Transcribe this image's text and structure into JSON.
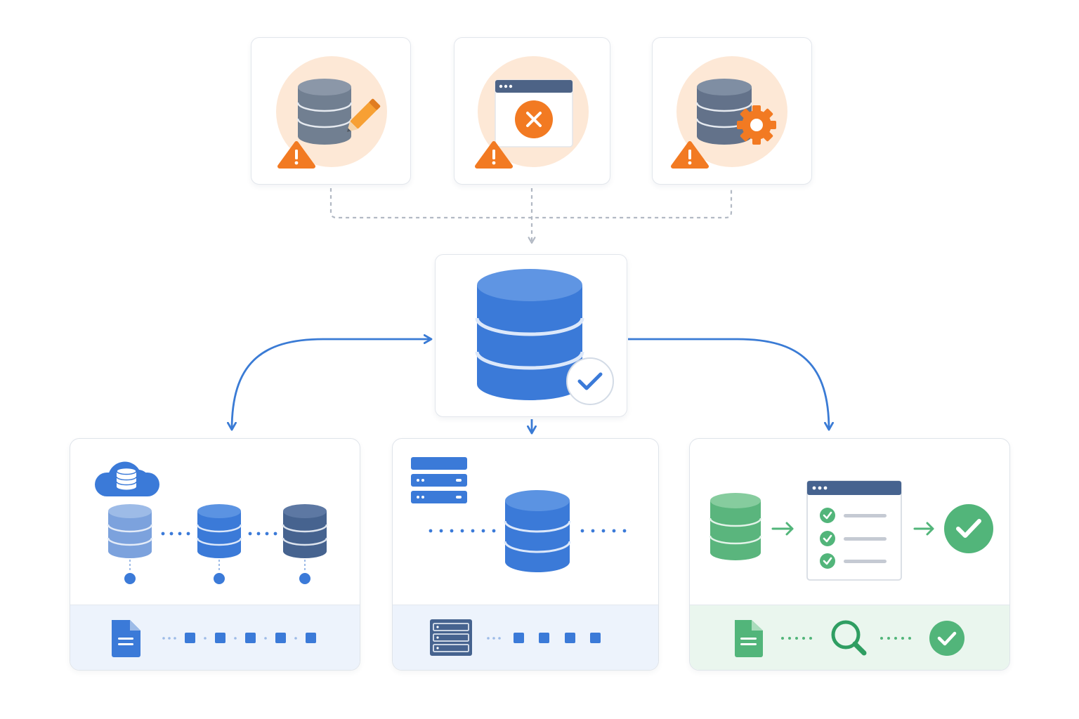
{
  "colors": {
    "warning": "#f27a22",
    "warning_halo": "#fde8d6",
    "db_gray": "#717f91",
    "db_blue": "#3b7ad8",
    "db_blue_light": "#7ca2dd",
    "db_navy": "#46638f",
    "success": "#52b57a",
    "connector_gray": "#b2b9c4",
    "connector_blue": "#3a7bd5",
    "panel_footer_blue": "#edf3fc",
    "panel_footer_green": "#eaf6ee"
  },
  "issue_cards": [
    {
      "id": "edited-database",
      "icons": [
        "database-icon",
        "pencil-icon",
        "warning-icon"
      ]
    },
    {
      "id": "failed-application",
      "icons": [
        "browser-window-icon",
        "error-x-icon",
        "warning-icon"
      ]
    },
    {
      "id": "misconfigured-database",
      "icons": [
        "database-icon",
        "gear-icon",
        "warning-icon"
      ]
    }
  ],
  "central_node": {
    "icons": [
      "database-icon",
      "check-badge-icon"
    ]
  },
  "output_panels": [
    {
      "id": "cloud-replication",
      "icons": [
        "cloud-database-icon",
        "database-icon",
        "document-icon"
      ]
    },
    {
      "id": "server-storage",
      "icons": [
        "server-rack-icon",
        "database-icon"
      ]
    },
    {
      "id": "validation",
      "icons": [
        "database-icon",
        "checklist-window-icon",
        "success-check-icon",
        "document-icon",
        "search-icon"
      ]
    }
  ]
}
